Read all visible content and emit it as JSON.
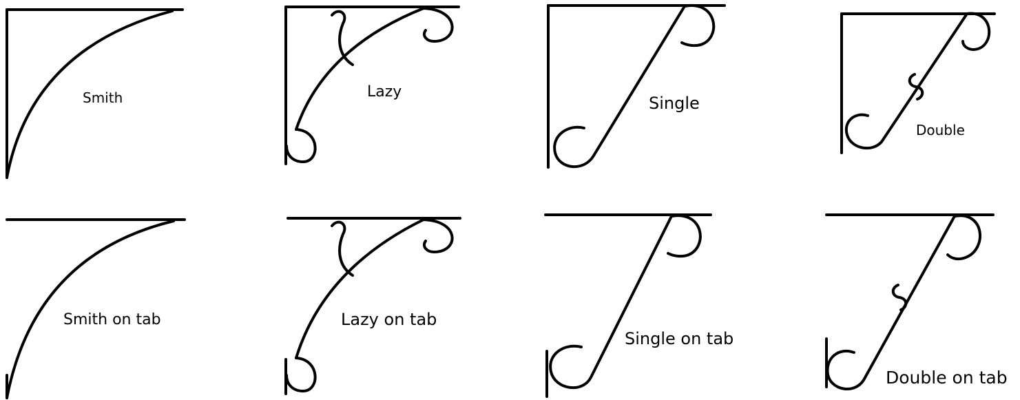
{
  "brackets": {
    "smith": "Smith",
    "lazy": "Lazy",
    "single": "Single",
    "double": "Double",
    "smith_on_tab": "Smith on tab",
    "lazy_on_tab": "Lazy on tab",
    "single_on_tab": "Single on tab",
    "double_on_tab": "Double on tab"
  },
  "colors": {
    "line": "#000000",
    "background": "#ffffff"
  }
}
